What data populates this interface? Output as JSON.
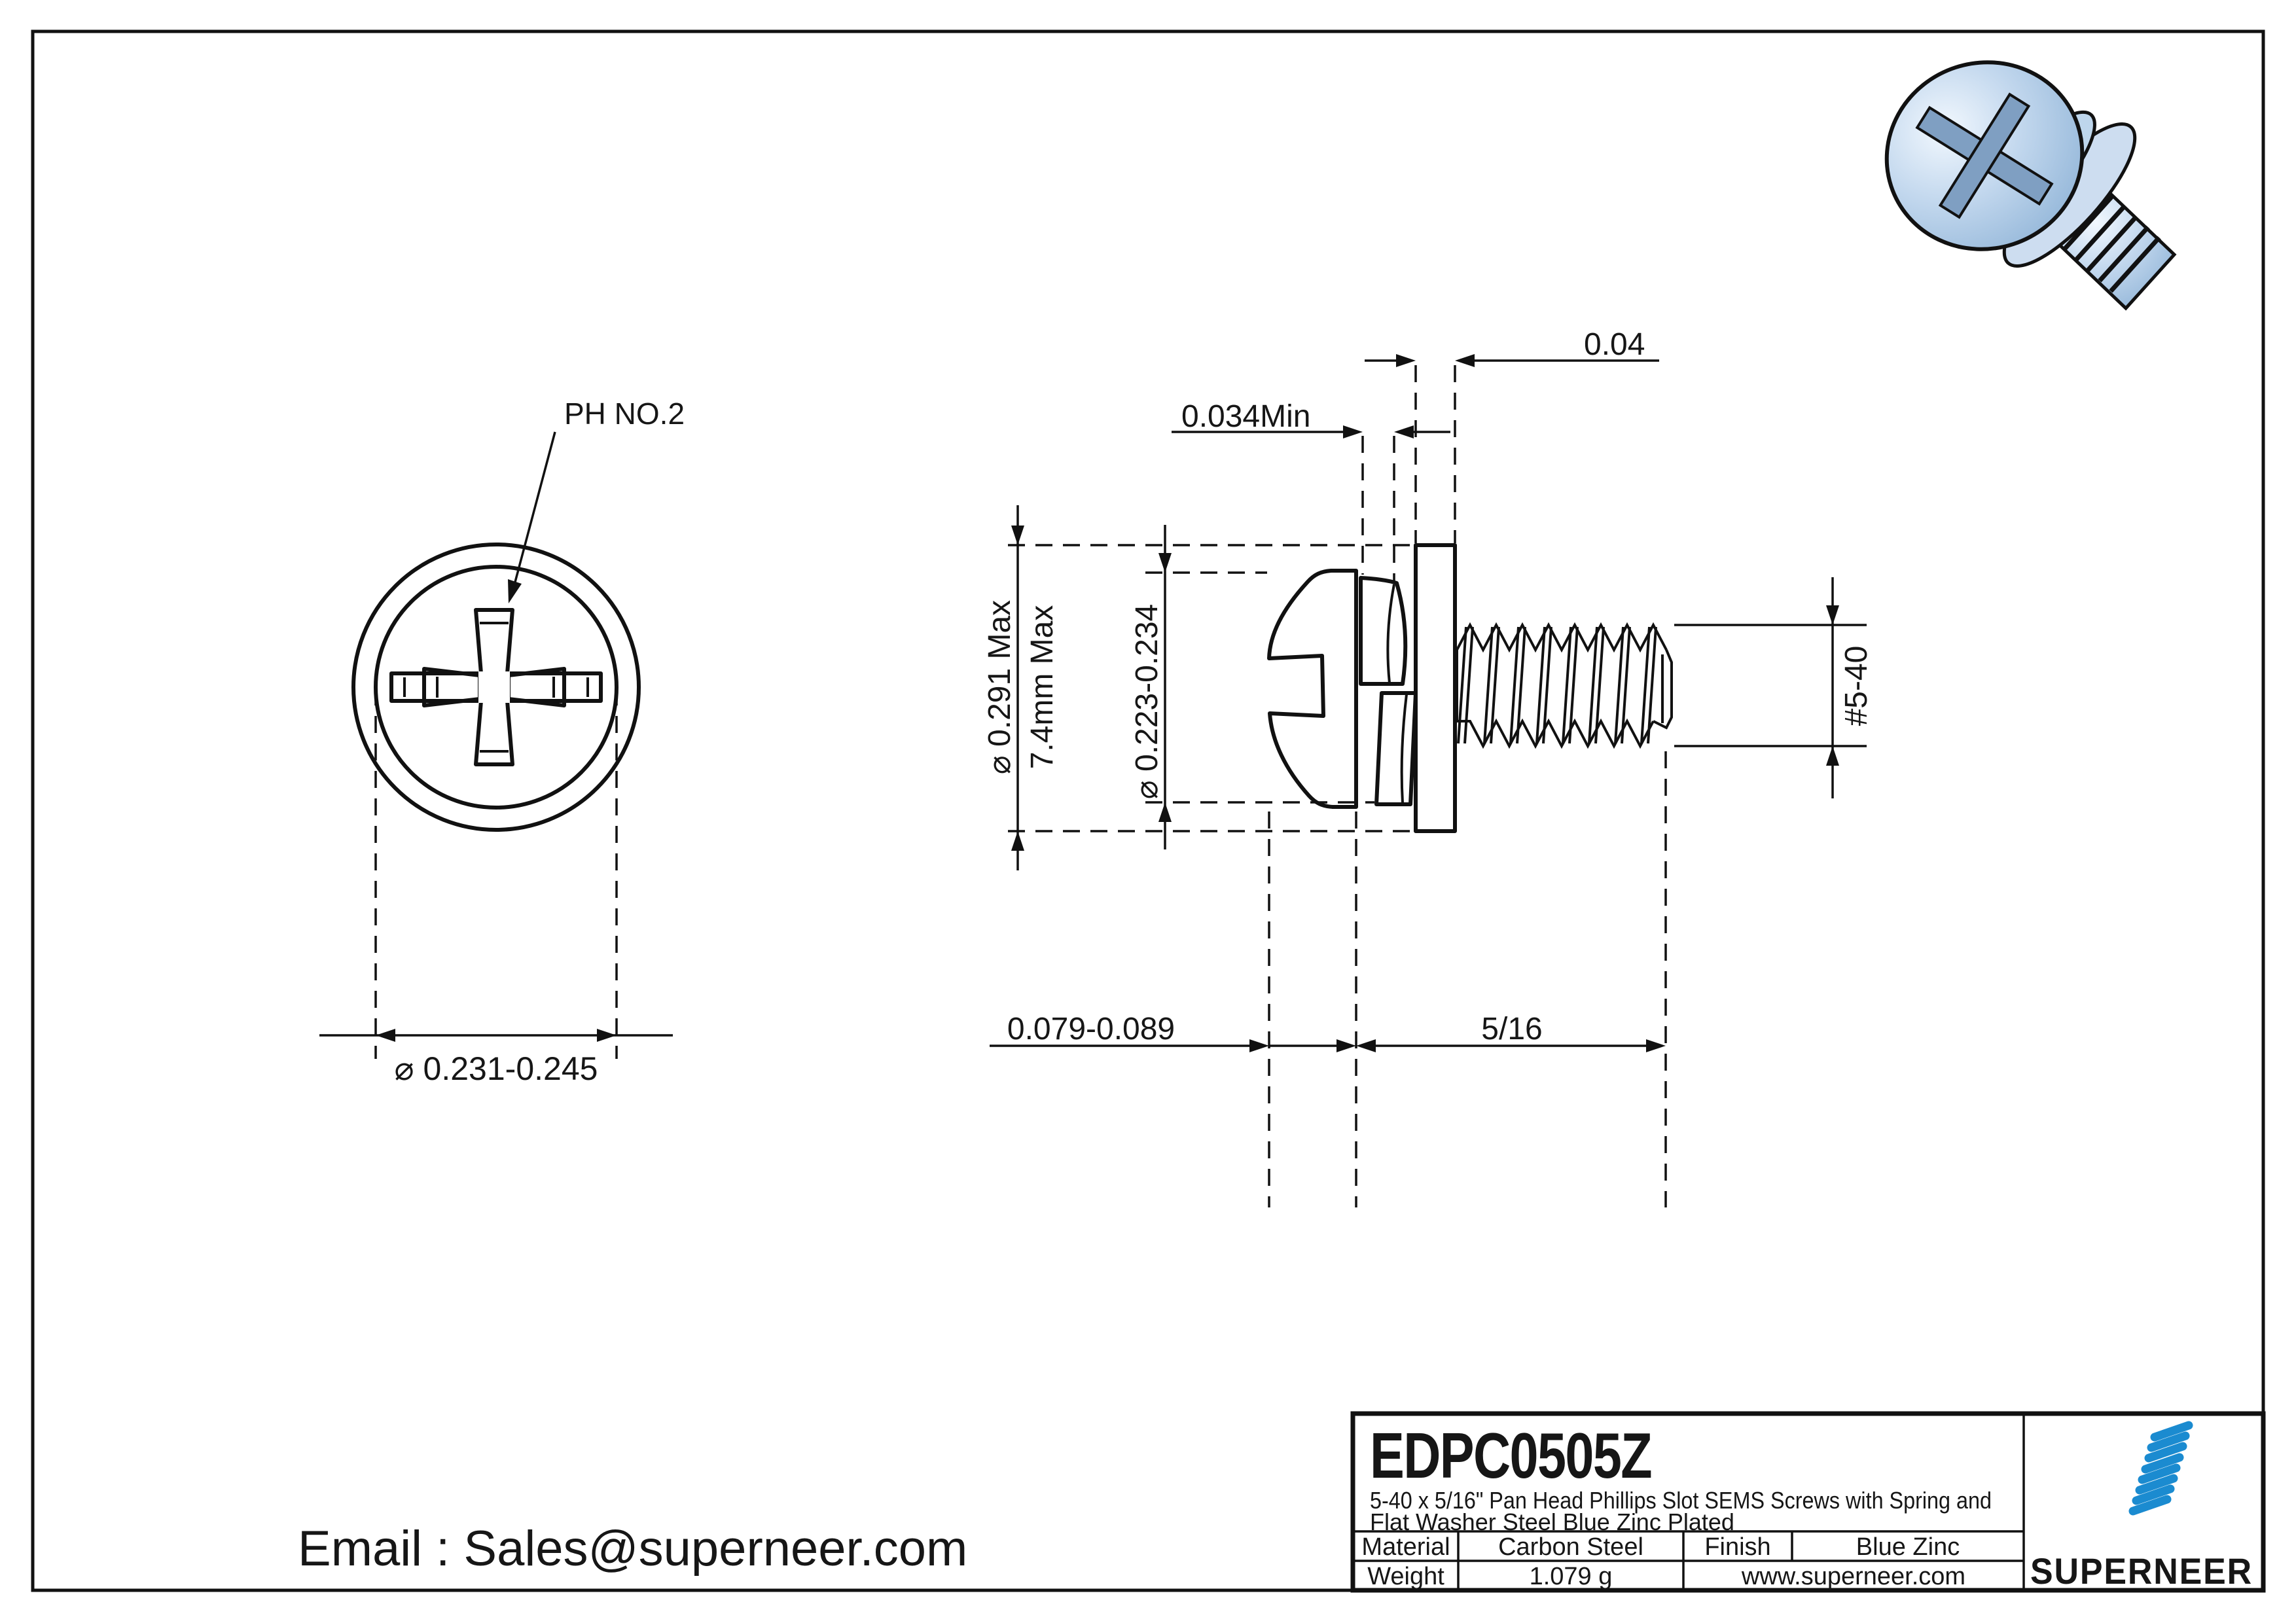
{
  "front_view": {
    "callout": "PH NO.2",
    "diameter_dim": "⌀ 0.231-0.245"
  },
  "side_view": {
    "dims": {
      "washer_thickness": "0.04",
      "spring_thickness_min": "0.034Min",
      "washer_od_inch": "⌀ 0.291 Max",
      "washer_od_mm": "7.4mm Max",
      "spring_od": "⌀ 0.223-0.234",
      "thread_spec": "#5-40",
      "head_height": "0.079-0.089",
      "thread_length": "5/16"
    }
  },
  "footer": {
    "email": "Email : Sales@superneer.com"
  },
  "title_block": {
    "part_number": "EDPC0505Z",
    "description_line1": "5-40 x 5/16\" Pan Head Phillips Slot SEMS Screws with Spring and",
    "description_line2": "Flat Washer Steel Blue Zinc Plated",
    "material_label": "Material",
    "material_value": "Carbon Steel",
    "finish_label": "Finish",
    "finish_value": "Blue Zinc",
    "weight_label": "Weight",
    "weight_value": "1.079 g",
    "website": "www.superneer.com",
    "brand": "SUPERNEER",
    "accent_color": "#1b8bd0",
    "link_color": "#1e86d4"
  }
}
